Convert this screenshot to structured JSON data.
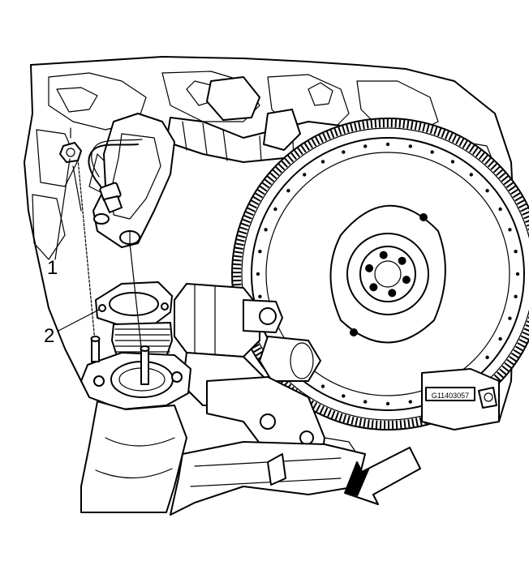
{
  "callouts": [
    {
      "id": "1",
      "label": "1"
    },
    {
      "id": "2",
      "label": "2"
    }
  ],
  "plate_text": "G11403057",
  "colors": {
    "line": "#000000",
    "background": "#ffffff",
    "shade": "#e6e6e6"
  },
  "icons": {
    "direction_arrow": "arrow-lower-left-icon"
  }
}
